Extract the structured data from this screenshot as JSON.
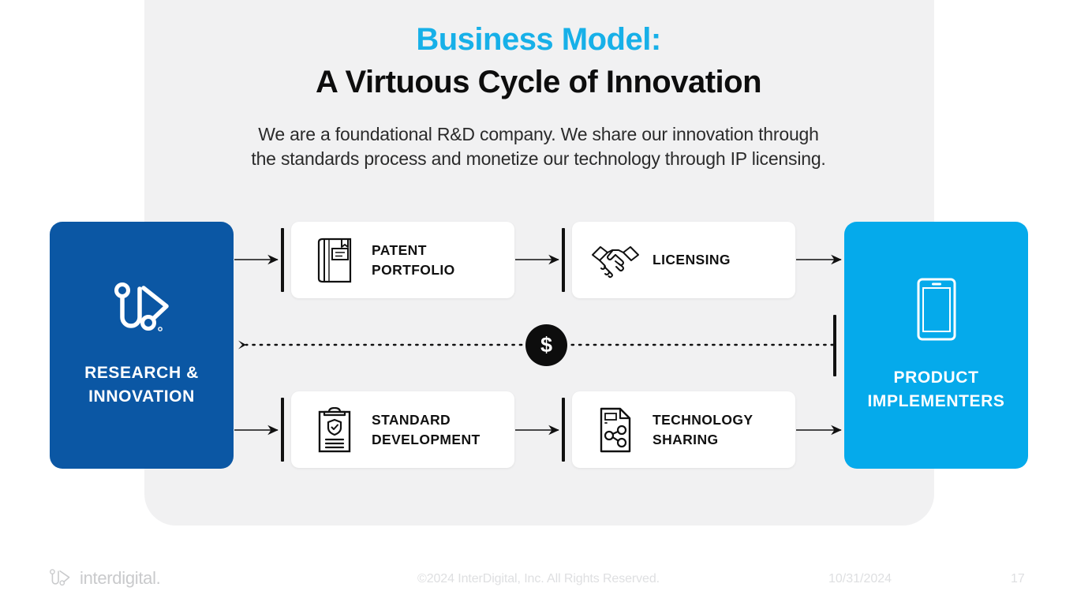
{
  "slide": {
    "title_line1": "Business Model:",
    "title_line2": "A Virtuous Cycle of Innovation",
    "subtitle_line1": "We are a foundational R&D company. We share our innovation through",
    "subtitle_line2": "the standards process and monetize our technology through IP licensing.",
    "accent_color": "#17b0e8",
    "title_color": "#0d0d0d",
    "panel_color": "#f1f1f2"
  },
  "diagram": {
    "left_node": {
      "label_line1": "RESEARCH &",
      "label_line2": "INNOVATION",
      "color": "#0b57a4",
      "icon": "interdigital-mark-icon"
    },
    "right_node": {
      "label_line1": "PRODUCT",
      "label_line2": "IMPLEMENTERS",
      "color": "#05aaeb",
      "icon": "smartphone-icon"
    },
    "cards": [
      {
        "id": "patent",
        "label_line1": "PATENT",
        "label_line2": "PORTFOLIO",
        "icon": "patent-book-icon"
      },
      {
        "id": "licensing",
        "label_line1": "LICENSING",
        "label_line2": "",
        "icon": "handshake-icon"
      },
      {
        "id": "standard",
        "label_line1": "STANDARD",
        "label_line2": "DEVELOPMENT",
        "icon": "clipboard-shield-icon"
      },
      {
        "id": "techshare",
        "label_line1": "TECHNOLOGY",
        "label_line2": "SHARING",
        "icon": "document-share-icon"
      }
    ],
    "money_flow": {
      "symbol": "$",
      "badge_color": "#0d0d0d",
      "direction": "right-to-left"
    }
  },
  "footer": {
    "logo_text": "interdigital.",
    "copyright": "©2024 InterDigital, Inc. All Rights Reserved.",
    "date": "10/31/2024",
    "page_number": "17"
  }
}
